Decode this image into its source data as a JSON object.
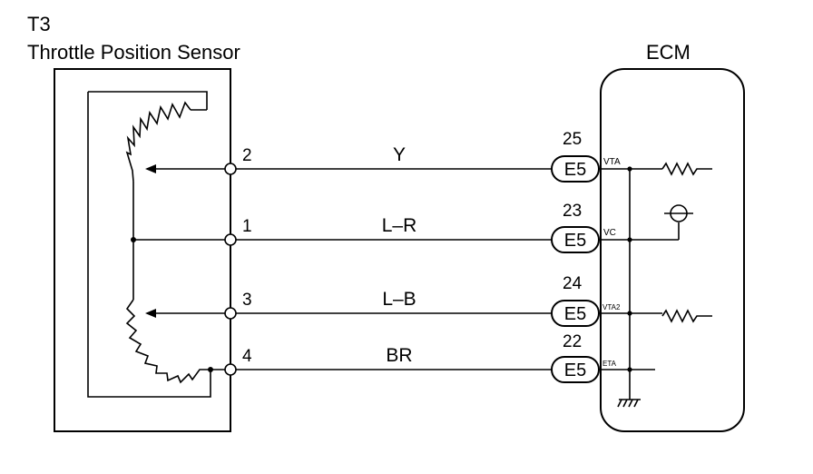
{
  "sensor": {
    "code": "T3",
    "name": "Throttle Position Sensor"
  },
  "ecm": {
    "label": "ECM"
  },
  "wires": [
    {
      "sensor_pin": "2",
      "color": "Y",
      "ecm_pin": "25",
      "connector": "E5",
      "signal": "VTA"
    },
    {
      "sensor_pin": "1",
      "color": "L–R",
      "ecm_pin": "23",
      "connector": "E5",
      "signal": "VC"
    },
    {
      "sensor_pin": "3",
      "color": "L–B",
      "ecm_pin": "24",
      "connector": "E5",
      "signal": "VTA2"
    },
    {
      "sensor_pin": "4",
      "color": "BR",
      "ecm_pin": "22",
      "connector": "E5",
      "signal": "ETA"
    }
  ]
}
